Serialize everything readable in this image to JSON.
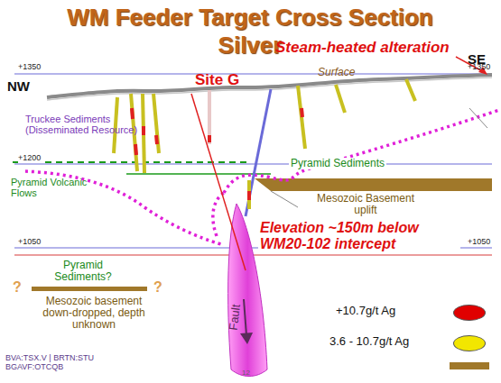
{
  "diagram": {
    "title": "WM Feeder Target Cross Section Silver",
    "labels": [
      "NW",
      "SE",
      "+1350",
      "+1350",
      "+1200",
      "+1050",
      "+1050",
      "Steam-heated alteration",
      "Site G",
      "Surface",
      "Truckee Sediments (Disseminated Resource)",
      "Pyramid Volcanic Flows",
      "Pyramid Sediments",
      "Mesozoic Basement uplift",
      "Elevation ~150m below WM20-102 intercept",
      "Pyramid Sediments?",
      "?",
      "?",
      "Mesozoic basement down-dropped, depth unknown",
      "Fault",
      "BVA:TSX.V | BRTN:STU BGAVF:OTCQB",
      "12"
    ],
    "legend": [
      {
        "text": "+10.7g/t Ag",
        "color": "#e00000"
      },
      {
        "text": "3.6 - 10.7g/t Ag",
        "color": "#f2e600"
      }
    ]
  }
}
